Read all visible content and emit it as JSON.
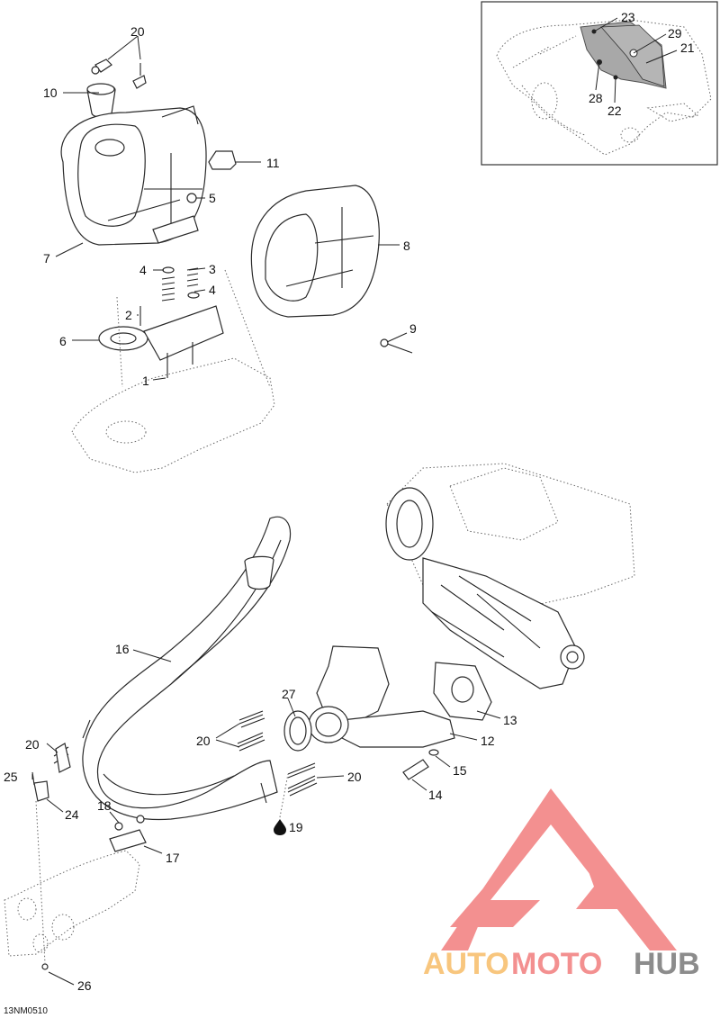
{
  "callouts": {
    "c1": "1",
    "c2": "2",
    "c3": "3",
    "c4a": "4",
    "c4b": "4",
    "c5": "5",
    "c6": "6",
    "c7": "7",
    "c8": "8",
    "c9": "9",
    "c10": "10",
    "c11": "11",
    "c12": "12",
    "c13": "13",
    "c14": "14",
    "c15": "15",
    "c16": "16",
    "c17": "17",
    "c18": "18",
    "c19": "19",
    "c20a": "20",
    "c20b": "20",
    "c20c": "20",
    "c20d": "20",
    "c21": "21",
    "c22": "22",
    "c23": "23",
    "c24": "24",
    "c25": "25",
    "c26": "26",
    "c27": "27",
    "c28": "28",
    "c29": "29"
  },
  "drawing_code": "13NM0510",
  "watermark": {
    "part1": "AUTO",
    "part2": "MOTO",
    "part3": "HUB",
    "color_auto": "#f6b453",
    "color_moto": "#ef6b6b",
    "color_hub": "#666666"
  },
  "icons": {
    "lubricant": "oil-drop-icon"
  }
}
